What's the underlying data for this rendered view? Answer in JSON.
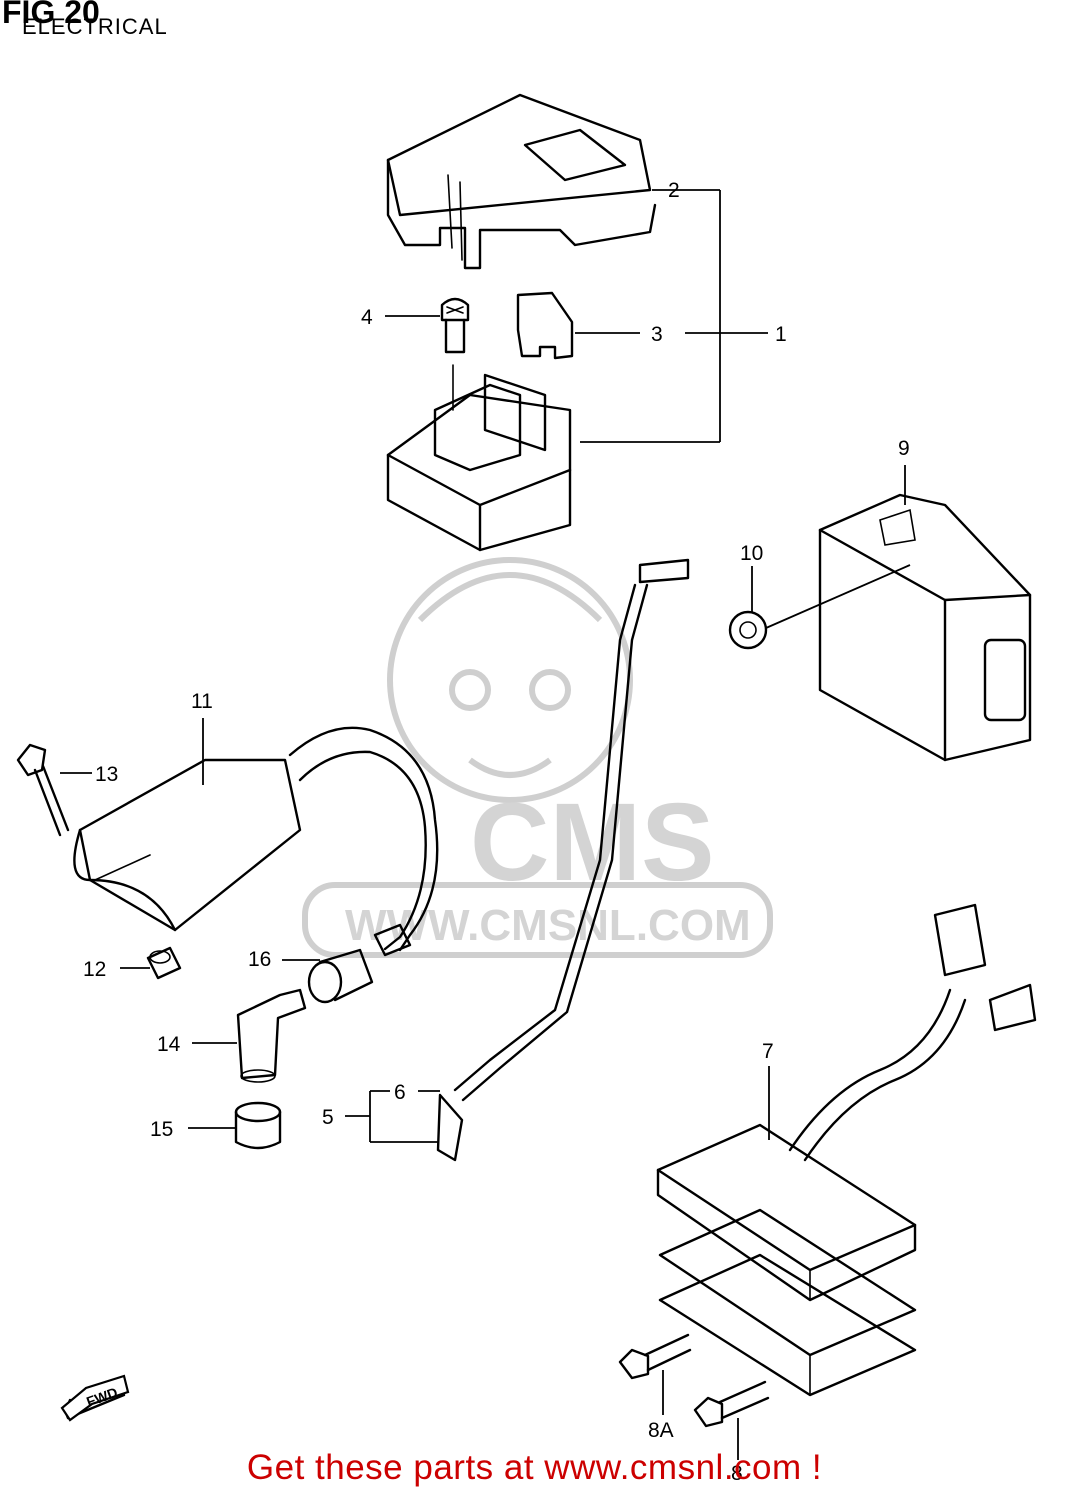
{
  "header": {
    "figure_title": "FIG 20",
    "section_title": "ELECTRICAL"
  },
  "watermark": {
    "brand": "CMS",
    "url": "WWW.CMSNL.COM"
  },
  "direction_marker": "FWD",
  "callouts": [
    {
      "id": "c1",
      "label": "1"
    },
    {
      "id": "c2",
      "label": "2"
    },
    {
      "id": "c3",
      "label": "3"
    },
    {
      "id": "c4",
      "label": "4"
    },
    {
      "id": "c5",
      "label": "5"
    },
    {
      "id": "c6",
      "label": "6"
    },
    {
      "id": "c7",
      "label": "7"
    },
    {
      "id": "c8",
      "label": "8"
    },
    {
      "id": "c8a",
      "label": "8A"
    },
    {
      "id": "c9",
      "label": "9"
    },
    {
      "id": "c10",
      "label": "10"
    },
    {
      "id": "c11",
      "label": "11"
    },
    {
      "id": "c12",
      "label": "12"
    },
    {
      "id": "c13",
      "label": "13"
    },
    {
      "id": "c14",
      "label": "14"
    },
    {
      "id": "c15",
      "label": "15"
    },
    {
      "id": "c16",
      "label": "16"
    }
  ],
  "footer": {
    "text": "Get these parts at www.cmsnl.com !",
    "color": "#cc0000"
  }
}
